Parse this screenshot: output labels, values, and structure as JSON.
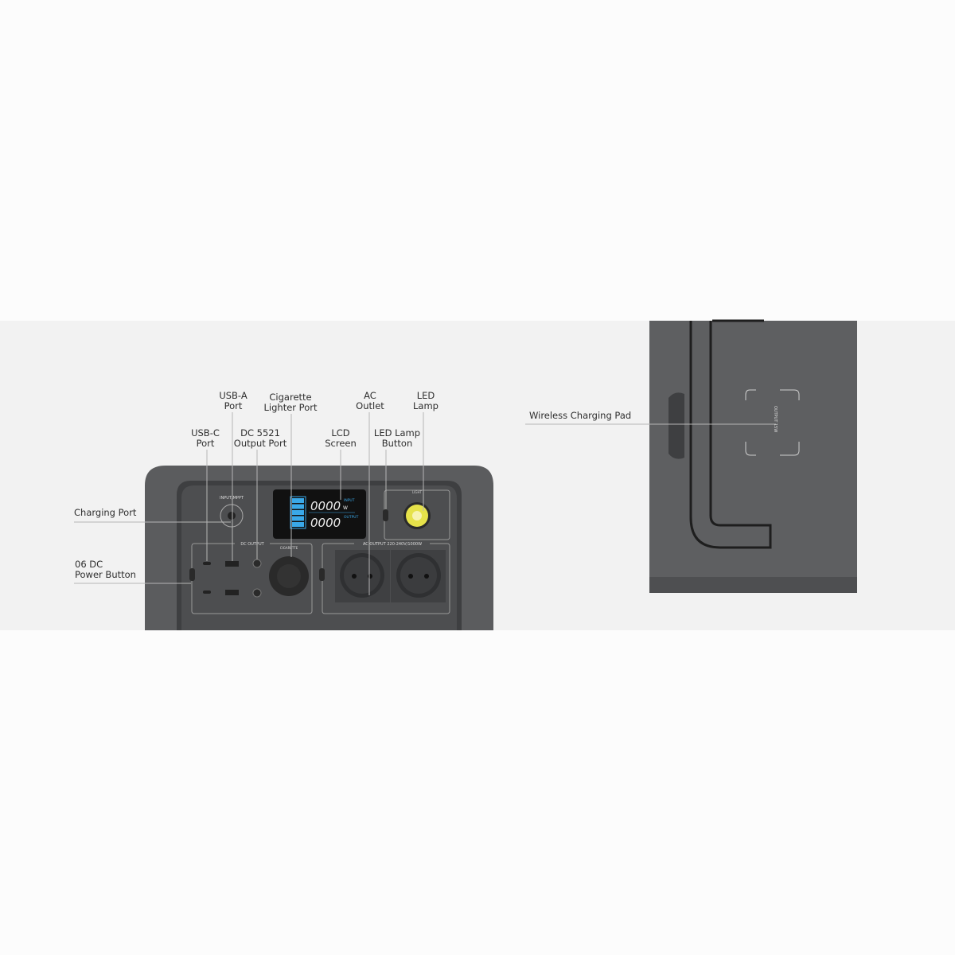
{
  "callouts": {
    "usb_a": [
      "USB-A",
      "Port"
    ],
    "cigarette": [
      "Cigarette",
      "Lighter Port"
    ],
    "ac_outlet": [
      "AC",
      "Outlet"
    ],
    "led_lamp": [
      "LED",
      "Lamp"
    ],
    "usb_c": [
      "USB-C",
      "Port"
    ],
    "dc5521": [
      "DC 5521",
      "Output Port"
    ],
    "lcd": [
      "LCD",
      "Screen"
    ],
    "lamp_button": [
      "LED Lamp",
      "Button"
    ],
    "charging_port": "Charging Port",
    "dc_power": [
      "06 DC",
      "Power Button"
    ],
    "wireless": "Wireless Charging Pad"
  },
  "device_print": {
    "input_mppt": "INPUT/MPPT",
    "dc_output": "DC OUTPUT",
    "ac_output": "AC OUTPUT 220-240V/1000W",
    "light": "LIGHT",
    "cigarette": "CIGARETTE",
    "lcd_input_value": "0000",
    "lcd_output_value": "0000",
    "lcd_input": "INPUT",
    "lcd_output": "OUTPUT",
    "lcd_unit": "W",
    "wireless_output": "OUTPUT 15W"
  },
  "colors": {
    "device_body": "#5b5c5e",
    "device_panel": "#4b4c4e",
    "lcd_blue": "#3aa8e8",
    "lamp_yellow": "#e6e24a"
  }
}
